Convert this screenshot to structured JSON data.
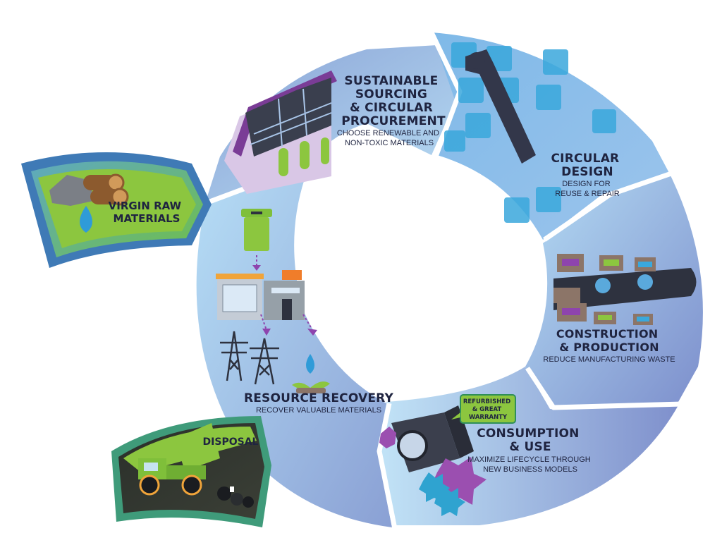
{
  "cycle": {
    "sourcing": {
      "title_lines": [
        "SUSTAINABLE",
        "SOURCING",
        "& CIRCULAR",
        "PROCUREMENT"
      ],
      "desc_lines": [
        "CHOOSE RENEWABLE AND",
        "NON-TOXIC MATERIALS"
      ]
    },
    "design": {
      "title_lines": [
        "CIRCULAR",
        "DESIGN"
      ],
      "desc_lines": [
        "DESIGN FOR",
        "REUSE & REPAIR"
      ]
    },
    "production": {
      "title_lines": [
        "CONSTRUCTION",
        "& PRODUCTION"
      ],
      "desc_lines": [
        "REDUCE MANUFACTURING WASTE"
      ]
    },
    "consumption": {
      "title_lines": [
        "CONSUMPTION",
        "& USE"
      ],
      "desc_lines": [
        "MAXIMIZE LIFECYCLE THROUGH",
        "NEW BUSINESS MODELS"
      ],
      "badge_lines": [
        "REFURBISHED",
        "& GREAT",
        "WARRANTY"
      ]
    },
    "recovery": {
      "title_lines": [
        "RESOURCE RECOVERY"
      ],
      "desc_lines": [
        "RECOVER VALUABLE MATERIALS"
      ]
    }
  },
  "inputs": {
    "virgin": {
      "label_lines": [
        "VIRGIN RAW",
        "MATERIALS"
      ]
    },
    "disposal": {
      "label_lines": [
        "DISPOSAL"
      ]
    }
  },
  "colors": {
    "ring_light": "#a9d4f0",
    "ring_mid": "#8fb4e0",
    "ring_dark": "#7f93cc",
    "green_tag": "#8cc63f",
    "green_border": "#3f9b7a",
    "purple_accent": "#8e44ad",
    "text_dark": "#1f2440"
  }
}
